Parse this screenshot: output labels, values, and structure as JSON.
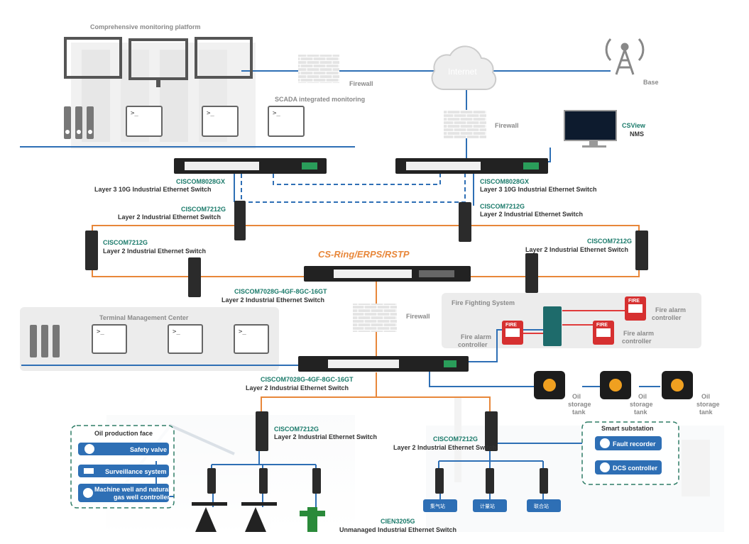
{
  "top": {
    "platform": "Comprehensive monitoring platform",
    "scada": "SCADA integrated monitoring",
    "internet": "Internet",
    "firewall": "Firewall",
    "base": "Base",
    "nms_name": "CSView",
    "nms_sub": "NMS"
  },
  "switches": {
    "core_model": "CISCOM8028GX",
    "core_desc": "Layer 3 10G Industrial Ethernet Switch",
    "l2_model": "CISCOM7212G",
    "l2_desc": "Layer 2 Industrial Ethernet Switch",
    "agg_model": "CISCOM7028G-4GF-8GC-16GT",
    "unmanaged_model": "CIEN3205G",
    "unmanaged_desc": "Unmanaged Industrial Ethernet Switch"
  },
  "ring_label": "CS-Ring/ERPS/RSTP",
  "terminal_center": "Terminal Management Center",
  "fire": {
    "title": "Fire Fighting System",
    "alarm_label": "Fire alarm",
    "alarm_label2": "controller",
    "fire_sign": "FIRE"
  },
  "oil_tank": [
    "Oil",
    "storage",
    "tank"
  ],
  "oil_face": {
    "title": "Oil production face",
    "items": [
      "Safety valve",
      "Surveillance system",
      "Machine well and natural",
      "gas well controller"
    ]
  },
  "substation": {
    "title": "Smart substation",
    "items": [
      "Fault recorder",
      "DCS controller"
    ]
  },
  "stations": [
    "集气站",
    "计量站",
    "联合站"
  ],
  "colors": {
    "blue_link": "#2e6fb5",
    "orange_ring": "#e8873a",
    "red_link": "#e03b3b",
    "model_green": "#1a7a6a",
    "dashed_green": "#2f7d67"
  }
}
